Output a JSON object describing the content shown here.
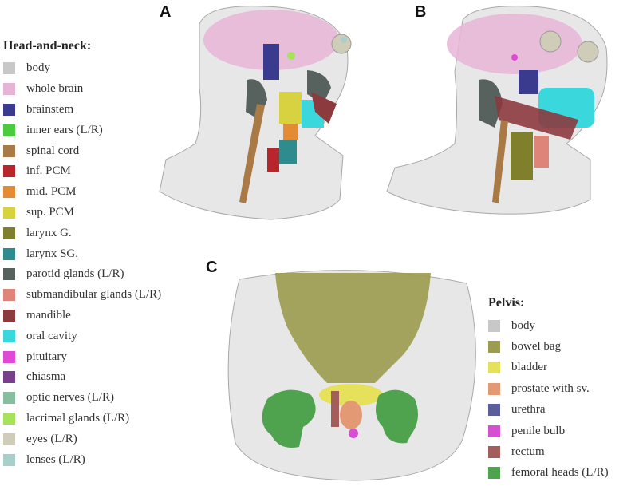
{
  "panels": {
    "a": "A",
    "b": "B",
    "c": "C"
  },
  "head_neck": {
    "title": "Head-and-neck:",
    "items": [
      {
        "label": "body",
        "color": "#c8c8c8"
      },
      {
        "label": "whole brain",
        "color": "#e6b5d6"
      },
      {
        "label": "brainstem",
        "color": "#3a3a8e"
      },
      {
        "label": "inner ears (L/R)",
        "color": "#4bcc3f"
      },
      {
        "label": "spinal cord",
        "color": "#a97a45"
      },
      {
        "label": "inf. PCM",
        "color": "#b8262b"
      },
      {
        "label": "mid. PCM",
        "color": "#e48b36"
      },
      {
        "label": "sup. PCM",
        "color": "#d8d240"
      },
      {
        "label": "larynx G.",
        "color": "#7f7f2c"
      },
      {
        "label": "larynx SG.",
        "color": "#2f8c8e"
      },
      {
        "label": "parotid glands (L/R)",
        "color": "#57625f"
      },
      {
        "label": "submandibular glands (L/R)",
        "color": "#df8478"
      },
      {
        "label": "mandible",
        "color": "#8c3a3e"
      },
      {
        "label": "oral cavity",
        "color": "#3ad7dc"
      },
      {
        "label": "pituitary",
        "color": "#e048d6"
      },
      {
        "label": "chiasma",
        "color": "#7a3f8b"
      },
      {
        "label": "optic nerves (L/R)",
        "color": "#86bfa0"
      },
      {
        "label": "lacrimal glands (L/R)",
        "color": "#a6e25a"
      },
      {
        "label": "eyes (L/R)",
        "color": "#cfcdb8"
      },
      {
        "label": "lenses (L/R)",
        "color": "#a8cfc9"
      }
    ]
  },
  "pelvis": {
    "title": "Pelvis:",
    "items": [
      {
        "label": "body",
        "color": "#c8c8c8"
      },
      {
        "label": "bowel bag",
        "color": "#9c9b4f"
      },
      {
        "label": "bladder",
        "color": "#e6e15a"
      },
      {
        "label": "prostate with sv.",
        "color": "#e39a74"
      },
      {
        "label": "urethra",
        "color": "#5a5f9c"
      },
      {
        "label": "penile bulb",
        "color": "#d64fd0"
      },
      {
        "label": "rectum",
        "color": "#a35e5c"
      },
      {
        "label": "femoral heads (L/R)",
        "color": "#4fa34f"
      }
    ]
  }
}
